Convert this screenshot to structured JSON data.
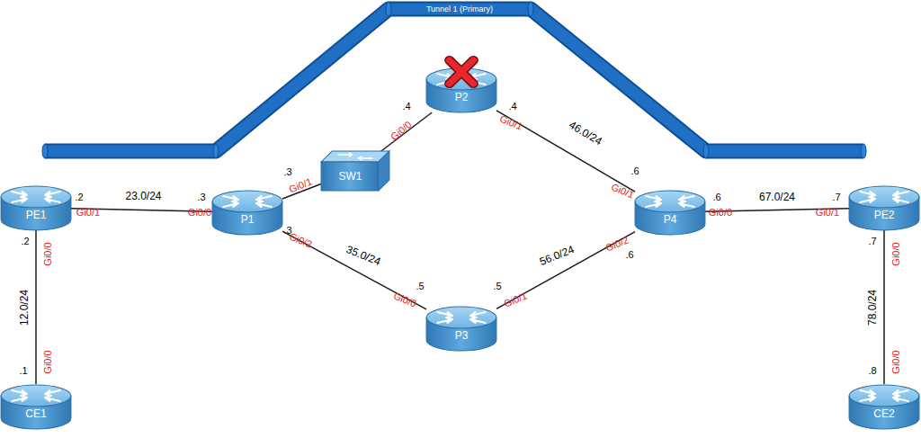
{
  "diagram": {
    "nodes": [
      {
        "text": [
          "Tunnel 1 (Primary)"
        ]
      },
      {
        "text": [
          "P2"
        ]
      },
      {
        "text": [
          "SW1"
        ]
      },
      {
        "text": [
          "PE1"
        ]
      },
      {
        "text": [
          "P1"
        ]
      },
      {
        "text": [
          "P4"
        ]
      },
      {
        "text": [
          "PE2"
        ]
      },
      {
        "text": [
          "P3"
        ]
      },
      {
        "text": [
          "CE1"
        ]
      },
      {
        "text": [
          "CE2"
        ]
      }
    ],
    "edges": [
      {
        "from": 3,
        "to": 4,
        "arrow": "none",
        "label": "23.0/24"
      },
      {
        "from": 4,
        "to": 2,
        "arrow": "none"
      },
      {
        "from": 2,
        "to": 1,
        "arrow": "none"
      },
      {
        "from": 1,
        "to": 5,
        "arrow": "none",
        "label": "46.0/24"
      },
      {
        "from": 4,
        "to": 7,
        "arrow": "none",
        "label": "35.0/24"
      },
      {
        "from": 7,
        "to": 5,
        "arrow": "none",
        "label": "56.0/24"
      },
      {
        "from": 5,
        "to": 6,
        "arrow": "none",
        "label": "67.0/24"
      },
      {
        "from": 3,
        "to": 8,
        "arrow": "none",
        "label": "12.0/24"
      },
      {
        "from": 6,
        "to": 9,
        "arrow": "none",
        "label": "78.0/24"
      }
    ],
    "labels": [
      ".2",
      "Gi0/1",
      ".2",
      "Gi0/0",
      ".3",
      "Gi0/0",
      ".3",
      "Gi0/1",
      ".4",
      "Gi0/0",
      ".4",
      "Gi0/1",
      ".6",
      "Gi0/1",
      ".6",
      "Gi0/0",
      ".7",
      "Gi0/1",
      ".3",
      "Gi0/2",
      ".6",
      "Gi0/2",
      ".7",
      "Gi0/0",
      ".5",
      "Gi0/0",
      ".5",
      "Gi0/1",
      "Gi0/0",
      ".1",
      "Gi0/0",
      ".8"
    ]
  }
}
